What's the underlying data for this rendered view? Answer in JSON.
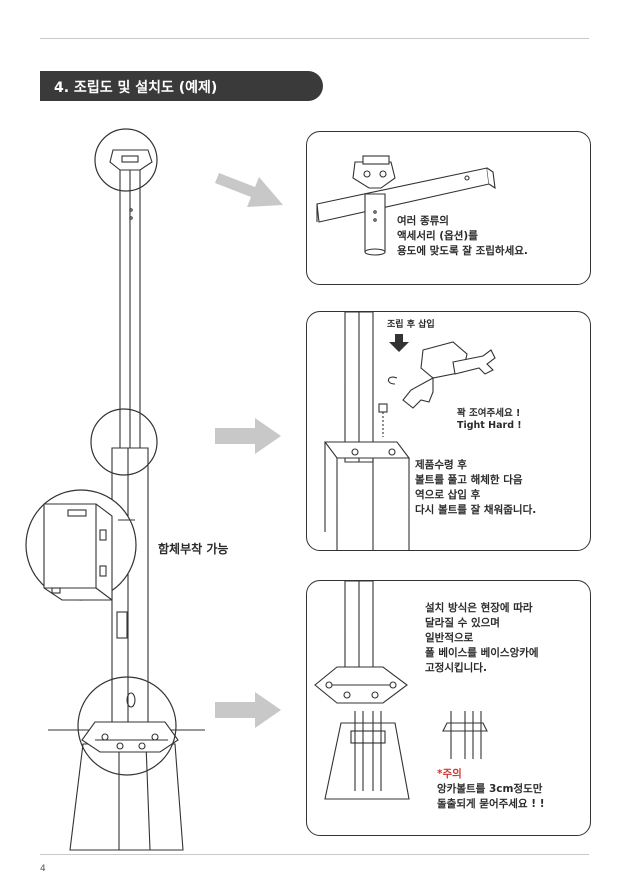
{
  "section": {
    "title": "4.  조립도 및 설치도 (예제)"
  },
  "panels": {
    "top": {
      "text": "여러 종류의\n액세서리 (옵션)를\n용도에 맞도록 잘 조립하세요."
    },
    "middle": {
      "insert_label": "조립 후 삽입",
      "tighten_ko": "꽉 조여주세요 !",
      "tighten_en": "Tight Hard !",
      "text": "제품수령 후\n볼트를 풀고 해체한 다음\n역으로 삽입 후\n다시 볼트를 잘 채워줍니다."
    },
    "bottom": {
      "text": "설치 방식은 현장에 따라\n달라질 수 있으며\n일반적으로\n폴 베이스를 베이스앙카에\n고정시킵니다.",
      "caution_title": "*주의",
      "caution_text": "앙카볼트를 3cm정도만\n돌출되게 묻어주세요 ! !"
    }
  },
  "callout": {
    "enclosure_label": "함체부착 가능"
  },
  "footer": {
    "page_number": "4"
  },
  "colors": {
    "title_bg": "#3a3a3a",
    "arrow": "#c8c8c8",
    "warning": "#d5352e"
  }
}
